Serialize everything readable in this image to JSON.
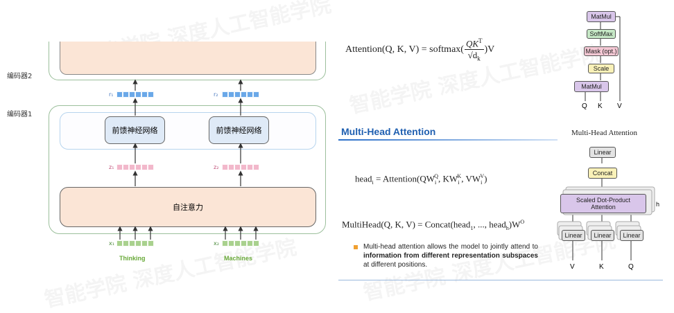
{
  "watermark": {
    "text": "智能学院 深度人工智能学院"
  },
  "left": {
    "encoder2_label": "编码器2",
    "encoder1_label": "编码器1",
    "ffn1_label": "前馈神经网络",
    "ffn2_label": "前馈神经网络",
    "attention_label": "自注意力",
    "r1": "r₁",
    "r2": "r₂",
    "z1": "z₁",
    "z2": "z₂",
    "x1": "x₁",
    "x2": "x₂",
    "word1": "Thinking",
    "word2": "Machines",
    "colors": {
      "r": "#6aa8e8",
      "z": "#f2b8cb",
      "x": "#a9d18e",
      "block": "#fbe5d6",
      "encoder_border": "#9bbf9b"
    }
  },
  "attention": {
    "formula_lhs": "Attention(Q, K, V) = softmax(",
    "numerator": "QK",
    "numerator_sup": "T",
    "denominator": "√d",
    "denominator_sub": "k",
    "formula_rhs": ")V"
  },
  "sdpa_diagram": {
    "matmul_top": "MatMul",
    "softmax": "SoftMax",
    "mask": "Mask (opt.)",
    "scale": "Scale",
    "matmul_bottom": "MatMul",
    "q": "Q",
    "k": "K",
    "v": "V",
    "colors": {
      "matmul": "#d9c6ea",
      "softmax": "#c6e8c6",
      "mask": "#f4c8d4",
      "scale": "#f9f1b8"
    }
  },
  "mha": {
    "title": "Multi-Head Attention",
    "head_lhs": "head",
    "head_sub": "i",
    "head_rhs": " = Attention(QW",
    "head_wq_sub": "i",
    "head_wq_sup": "Q",
    "head_kw": ", KW",
    "head_wk_sub": "i",
    "head_wk_sup": "K",
    "head_vw": ", VW",
    "head_wv_sub": "i",
    "head_wv_sup": "V",
    "head_end": ")",
    "multi_lhs": "MultiHead(Q, K, V) = Concat(head",
    "multi_sub1": "1",
    "multi_mid": ", ..., head",
    "multi_sub2": "h",
    "multi_end": ")W",
    "multi_sup": "O",
    "bullet_text_1": "Multi-head attention allows the model to jointly attend to ",
    "bullet_bold": "information from different representation subspaces",
    "bullet_text_2": " at different positions."
  },
  "mha_diagram": {
    "title": "Multi-Head Attention",
    "linear_top": "Linear",
    "concat": "Concat",
    "sdpa": "Scaled Dot-Product Attention",
    "h": "h",
    "linear_v": "Linear",
    "linear_k": "Linear",
    "linear_q": "Linear",
    "v": "V",
    "k": "K",
    "q": "Q",
    "colors": {
      "linear": "#e3e3e3",
      "concat": "#f9f1b8",
      "sdpa": "#d9c6ea"
    }
  }
}
